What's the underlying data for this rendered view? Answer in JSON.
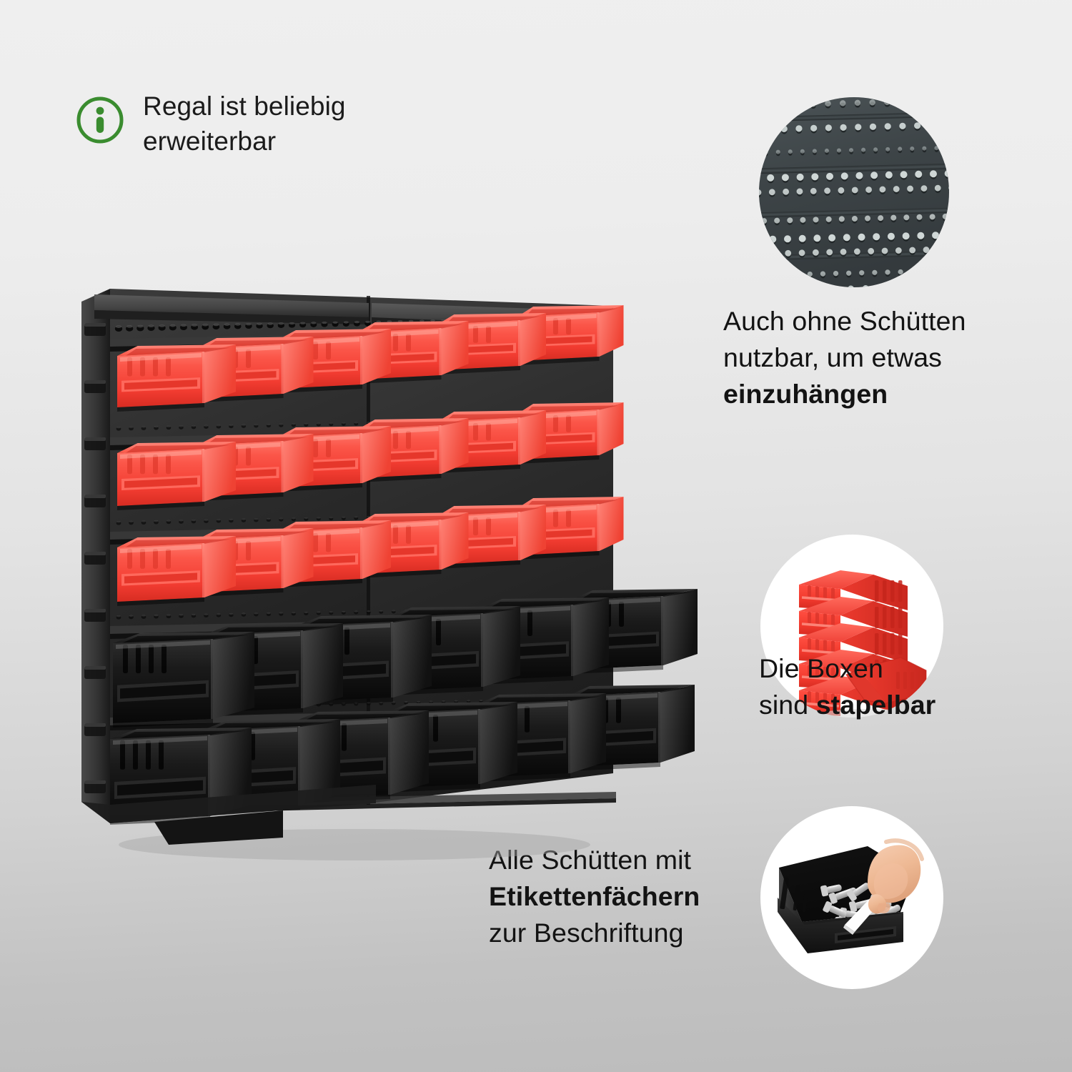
{
  "background": {
    "top_color": "#efefef",
    "bottom_color": "#bcbcbc"
  },
  "info_callout": {
    "icon": "info-circle-icon",
    "icon_color": "#3a8c2f",
    "text": "Regal ist beliebig\nerweiterbar"
  },
  "captions": [
    {
      "id": "hang",
      "lines": [
        {
          "text": "Auch ohne Schütten",
          "bold": false
        },
        {
          "text": "nutzbar, um etwas",
          "bold": false
        },
        {
          "text": "einzuhängen",
          "bold": true
        }
      ]
    },
    {
      "id": "stack",
      "lines": [
        {
          "text": "Die Boxen",
          "bold": false
        },
        {
          "text": "sind ",
          "bold": false,
          "tail": "stapelbar",
          "tail_bold": true
        }
      ]
    },
    {
      "id": "label",
      "lines": [
        {
          "text": "Alle Schütten mit",
          "bold": false
        },
        {
          "text": "Etikettenfächern",
          "bold": true
        },
        {
          "text": "zur Beschriftung",
          "bold": false
        }
      ]
    }
  ],
  "caption_text": {
    "hang_l1": "Auch ohne Schütten",
    "hang_l2": "nutzbar, um etwas",
    "hang_l3": "einzuhängen",
    "stack_l1": "Die Boxen",
    "stack_l2a": "sind ",
    "stack_l2b": "stapelbar",
    "label_l1": "Alle Schütten mit",
    "label_l2": "Etikettenfächern",
    "label_l3": "zur Beschriftung"
  },
  "insets": [
    {
      "name": "pegboard-closeup",
      "subject": "perforated black pegboard panel with rows of mounting holes",
      "shape": "circle"
    },
    {
      "name": "stacked-bins-closeup",
      "subject": "stack of five red plastic storage bins plus one loose bin",
      "shape": "circle",
      "background": "#ffffff"
    },
    {
      "name": "label-insert-closeup",
      "subject": "hand inserting a white label card into a black bin filled with bolts",
      "shape": "circle",
      "background": "#ffffff"
    }
  ],
  "product": {
    "name": "wall-mounted storage bin rack",
    "panel_color": "#2c2c2c",
    "panels": 2,
    "rows": [
      {
        "color": "red",
        "hex": "#f9483f",
        "count": 6,
        "size": "small"
      },
      {
        "color": "red",
        "hex": "#f9483f",
        "count": 6,
        "size": "small"
      },
      {
        "color": "red",
        "hex": "#f9483f",
        "count": 6,
        "size": "small"
      },
      {
        "color": "black",
        "hex": "#141414",
        "count": 6,
        "size": "large"
      },
      {
        "color": "black",
        "hex": "#141414",
        "count": 6,
        "size": "large"
      }
    ],
    "total_bins": 30
  },
  "colors": {
    "green_accent": "#3a8c2f",
    "bin_red": "#f9483f",
    "bin_red_light": "#ff7a6e",
    "bin_black": "#151515",
    "panel_dark": "#2b2b2b",
    "text": "#131313"
  }
}
